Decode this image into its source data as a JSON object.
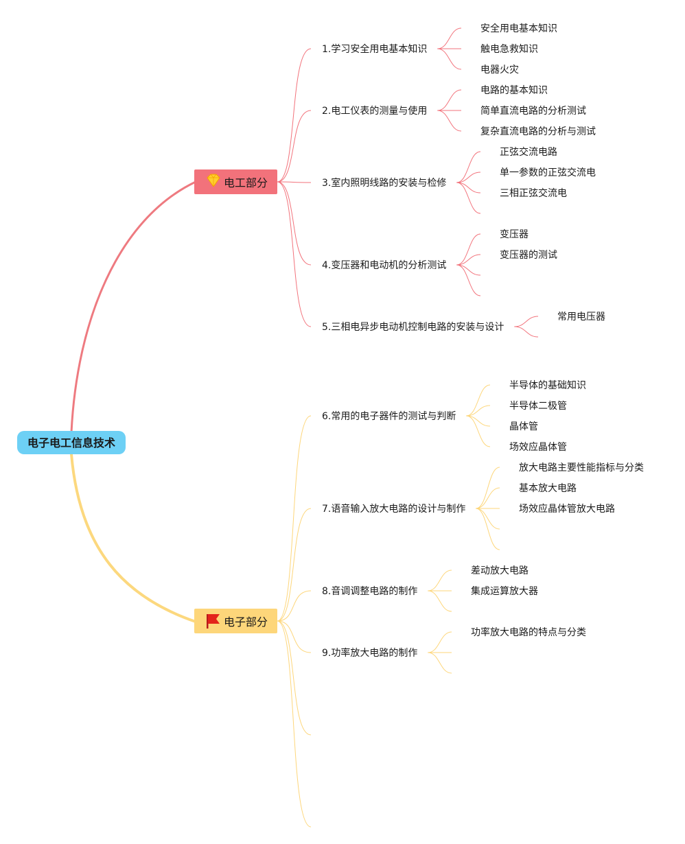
{
  "root": {
    "label": "电子电工信息技术",
    "color": "#6dd0f5"
  },
  "branches": [
    {
      "label": "电工部分",
      "color": "#f2727b",
      "icon": "diamond-icon",
      "topics": [
        {
          "label": "1.学习安全用电基本知识",
          "children": [
            "安全用电基本知识",
            "触电急救知识",
            "电器火灾"
          ]
        },
        {
          "label": "2.电工仪表的测量与使用",
          "children": [
            "电路的基本知识",
            "简单直流电路的分析测试",
            "复杂直流电路的分析与测试"
          ]
        },
        {
          "label": "3.室内照明线路的安装与检修",
          "children": [
            "正弦交流电路",
            "单一参数的正弦交流电",
            "三相正弦交流电",
            ""
          ]
        },
        {
          "label": "4.变压器和电动机的分析测试",
          "children": [
            "变压器",
            "变压器的测试",
            "",
            ""
          ]
        },
        {
          "label": "5.三相电异步电动机控制电路的安装与设计",
          "children": [
            "常用电压器",
            ""
          ]
        }
      ]
    },
    {
      "label": "电子部分",
      "color": "#fdd67a",
      "icon": "flag-icon",
      "topics": [
        {
          "label": "6.常用的电子器件的测试与判断",
          "children": [
            "半导体的基础知识",
            "半导体二极管",
            "晶体管",
            "场效应晶体管"
          ]
        },
        {
          "label": "7.语音输入放大电路的设计与制作",
          "children": [
            "放大电路主要性能指标与分类",
            "基本放大电路",
            "场效应晶体管放大电路",
            "",
            ""
          ]
        },
        {
          "label": "8.音调调整电路的制作",
          "children": [
            "差动放大电路",
            "集成运算放大器",
            ""
          ]
        },
        {
          "label": "9.功率放大电路的制作",
          "children": [
            "功率放大电路的特点与分类",
            "",
            ""
          ]
        },
        {
          "label": "",
          "children": []
        },
        {
          "label": "",
          "children": []
        }
      ]
    }
  ]
}
